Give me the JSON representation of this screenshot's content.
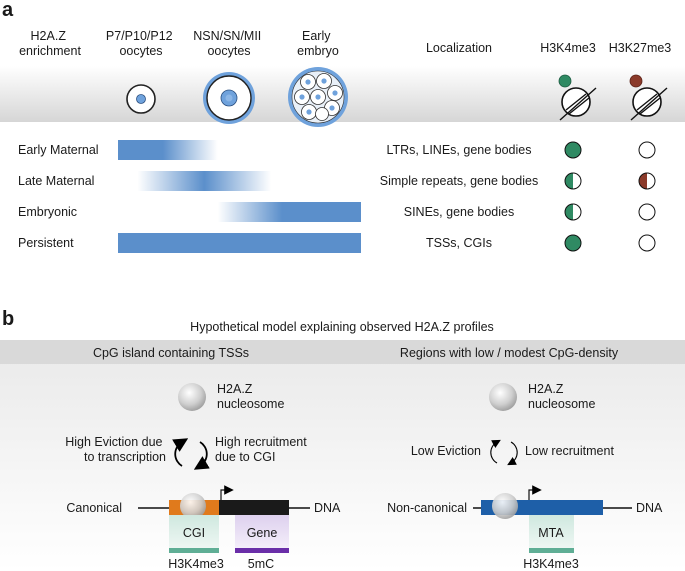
{
  "panel_a": {
    "label": "a",
    "headers": {
      "enrichment": [
        "H2A.Z",
        "enrichment"
      ],
      "stage1": [
        "P7/P10/P12",
        "oocytes"
      ],
      "stage2": [
        "NSN/SN/MII",
        "oocytes"
      ],
      "stage3": [
        "Early",
        "embryo"
      ],
      "localization": "Localization",
      "h3k4me3": "H3K4me3",
      "h3k27me3": "H3K27me3"
    },
    "rows": [
      {
        "name": "Early Maternal",
        "localization": "LTRs, LINEs, gene bodies",
        "k4": "full",
        "k27": "empty",
        "bar_start": 0.0,
        "bar_end": 0.41,
        "fade": "right"
      },
      {
        "name": "Late Maternal",
        "localization": "Simple repeats, gene bodies",
        "k4": "half",
        "k27": "half",
        "bar_start": 0.08,
        "bar_end": 0.63,
        "fade": "both"
      },
      {
        "name": "Embryonic",
        "localization": "SINEs, gene bodies",
        "k4": "half",
        "k27": "empty",
        "bar_start": 0.41,
        "bar_end": 1.0,
        "fade": "left"
      },
      {
        "name": "Persistent",
        "localization": "TSSs, CGIs",
        "k4": "full",
        "k27": "empty",
        "bar_start": 0.0,
        "bar_end": 1.0,
        "fade": "none"
      }
    ]
  },
  "panel_b": {
    "label": "b",
    "title": "Hypothetical model explaining observed H2A.Z profiles",
    "left": {
      "header": "CpG island containing TSSs",
      "nucleosome": [
        "H2A.Z",
        "nucleosome"
      ],
      "eviction": [
        "High Eviction due",
        "to transcription"
      ],
      "recruitment": [
        "High recruitment",
        "due to CGI"
      ],
      "dna_left": "Canonical",
      "dna_right": "DNA",
      "box1": "CGI",
      "box2": "Gene",
      "mark1": "H3K4me3",
      "mark2": "5mC"
    },
    "right": {
      "header": "Regions with low / modest CpG-density",
      "nucleosome": [
        "H2A.Z",
        "nucleosome"
      ],
      "eviction": "Low Eviction",
      "recruitment": "Low recruitment",
      "dna_left": "Non-canonical",
      "dna_right": "DNA",
      "box1": "MTA",
      "mark1": "H3K4me3"
    }
  },
  "colors": {
    "blue": "#5b8fcb",
    "green": "#2f8a63",
    "brown": "#8b3a2a",
    "orange": "#e07a1c",
    "purple": "#6a2ea8",
    "teal": "#5fae95"
  }
}
